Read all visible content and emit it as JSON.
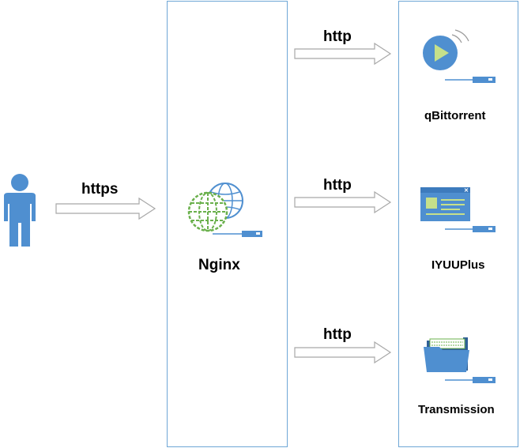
{
  "colors": {
    "box_border": "#6fa7d6",
    "icon_blue": "#4f8fd0",
    "arrow_stroke": "#a8a8a8",
    "globe_green": "#6ab04c"
  },
  "client": {
    "icon": "user-icon"
  },
  "client_link": {
    "protocol": "https"
  },
  "proxy": {
    "name": "Nginx",
    "icon": "web-server-globe-icon"
  },
  "upstreams": [
    {
      "protocol": "http",
      "name": "qBittorrent",
      "icon": "play-media-icon"
    },
    {
      "protocol": "http",
      "name": "IYUUPlus",
      "icon": "browser-window-icon"
    },
    {
      "protocol": "http",
      "name": "Transmission",
      "icon": "folder-icon"
    }
  ]
}
